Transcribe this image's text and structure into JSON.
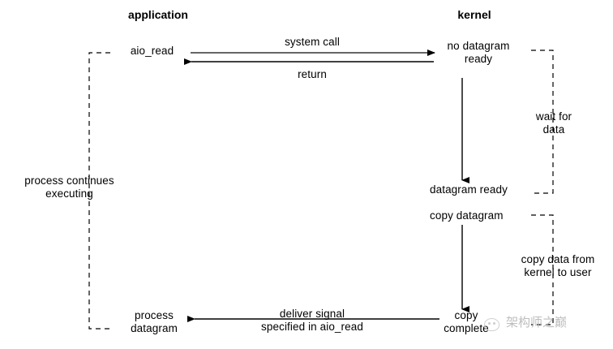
{
  "diagram": {
    "title_hint": "asynchronous I/O model",
    "columns": {
      "application": "application",
      "kernel": "kernel"
    },
    "application_side": {
      "call_label": "aio_read",
      "bracket_label": "process continues\nexecuting",
      "result_label": "process\ndatagram"
    },
    "kernel_side": {
      "state_initial": "no datagram\nready",
      "state_ready": "datagram ready",
      "state_copy": "copy datagram",
      "state_complete": "copy\ncomplete",
      "bracket_wait": "wait for\ndata",
      "bracket_copy": "copy data from\nkernel to user"
    },
    "arrows": {
      "system_call": "system call",
      "return": "return",
      "deliver_signal_line1": "deliver signal",
      "deliver_signal_line2": "specified in aio_read"
    },
    "watermark": {
      "text": "架构师之巅",
      "logo_name": "wechat-avatar-logo"
    },
    "colors": {
      "background": "#ffffff",
      "stroke": "#000000",
      "watermark": "#bdbdbd"
    }
  }
}
